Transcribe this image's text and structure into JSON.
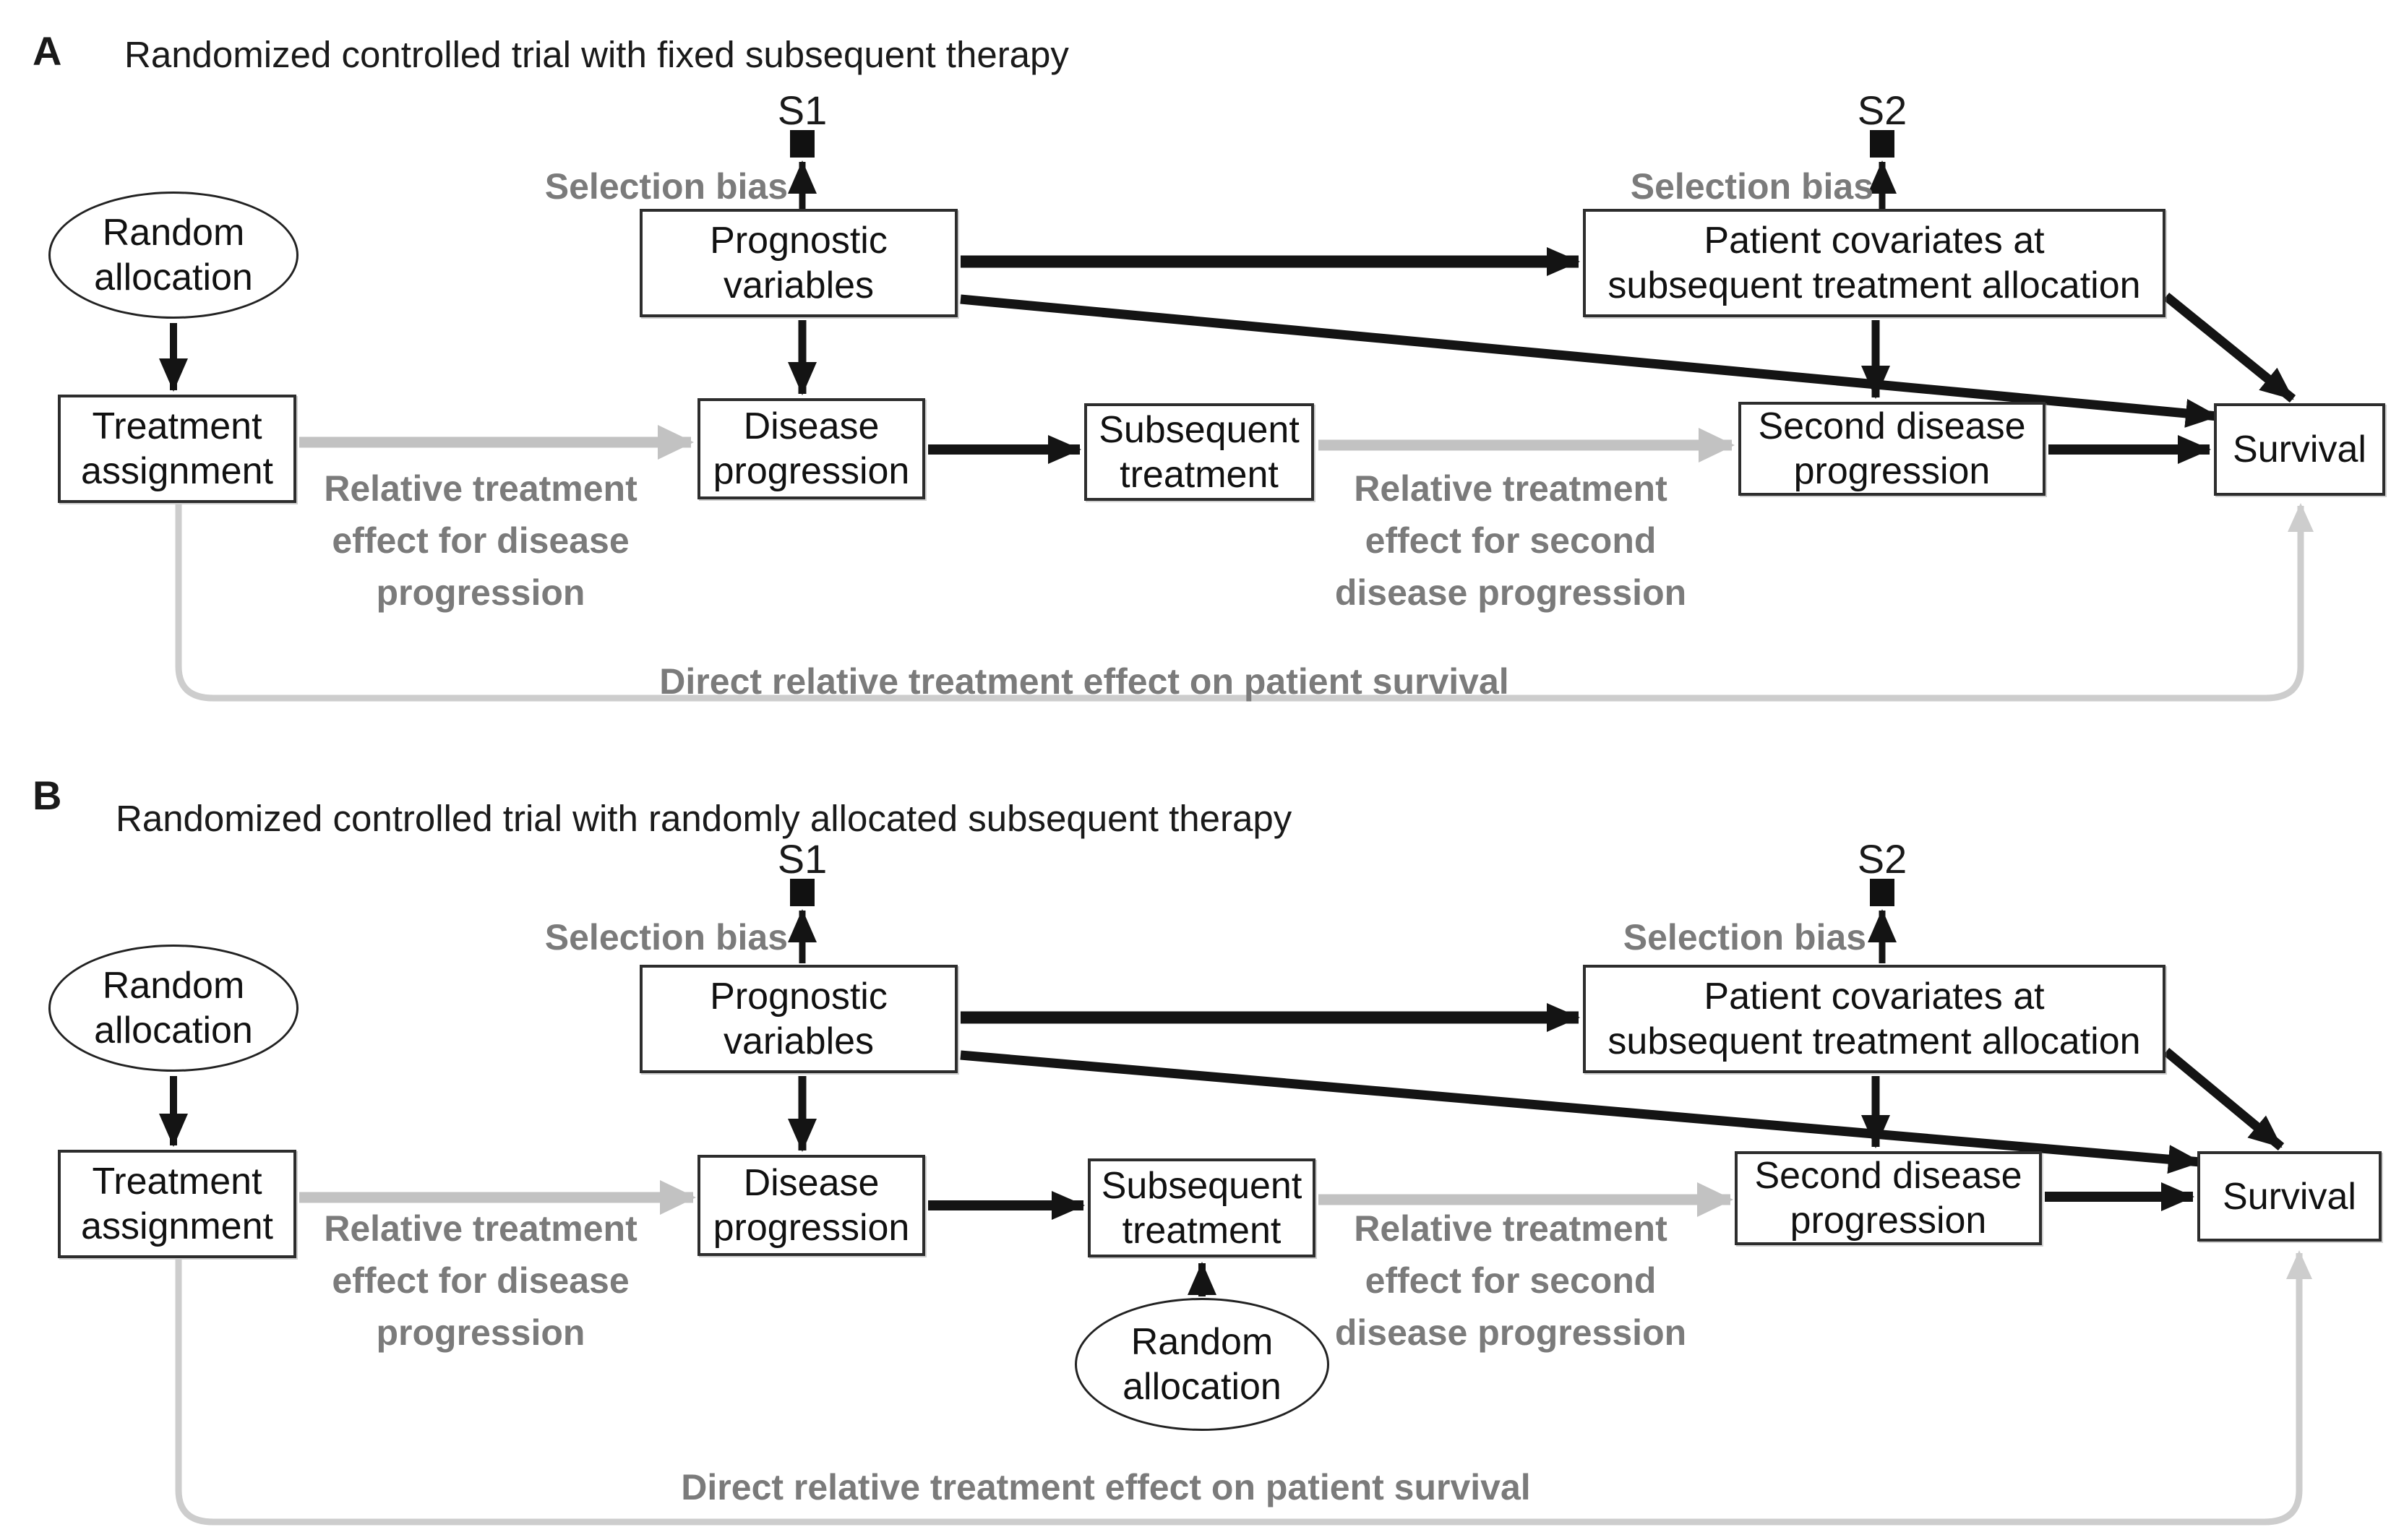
{
  "figure": {
    "type": "causal-diagram",
    "colors": {
      "text": "#1a1a1a",
      "gray_label": "#7b7b7b",
      "gray_arrow": "#c2c2c2",
      "gray_curve_arrow": "#cdcdcd",
      "black_arrow": "#141414",
      "box_border": "#2d2d2d",
      "selection_square": "#111111"
    }
  },
  "panels": [
    {
      "label": "A",
      "title": "Randomized controlled trial with fixed subsequent therapy",
      "nodes": {
        "random_allocation": "Random\nallocation",
        "treatment_assignment": "Treatment\nassignment",
        "prognostic_variables": "Prognostic\nvariables",
        "disease_progression": "Disease\nprogression",
        "subsequent_treatment": "Subsequent\ntreatment",
        "patient_covariates": "Patient covariates at\nsubsequent treatment allocation",
        "second_disease_progression": "Second disease\nprogression",
        "survival": "Survival",
        "selection_node_1": "S1",
        "selection_node_2": "S2"
      },
      "labels": {
        "selection_bias_left": "Selection bias",
        "selection_bias_right": "Selection bias",
        "relative_effect_disease": "Relative treatment\neffect for disease\nprogression",
        "relative_effect_second": "Relative treatment\neffect for second\ndisease progression",
        "direct_effect": "Direct relative treatment effect on patient survival"
      }
    },
    {
      "label": "B",
      "title": "Randomized controlled trial with randomly allocated subsequent therapy",
      "nodes": {
        "random_allocation": "Random\nallocation",
        "treatment_assignment": "Treatment\nassignment",
        "prognostic_variables": "Prognostic\nvariables",
        "disease_progression": "Disease\nprogression",
        "subsequent_treatment": "Subsequent\ntreatment",
        "random_allocation_2": "Random\nallocation",
        "patient_covariates": "Patient covariates at\nsubsequent treatment allocation",
        "second_disease_progression": "Second disease\nprogression",
        "survival": "Survival",
        "selection_node_1": "S1",
        "selection_node_2": "S2"
      },
      "labels": {
        "selection_bias_left": "Selection bias",
        "selection_bias_right": "Selection bias",
        "relative_effect_disease": "Relative treatment\neffect for disease\nprogression",
        "relative_effect_second": "Relative treatment\neffect for second\ndisease progression",
        "direct_effect": "Direct relative treatment effect on patient survival"
      }
    }
  ]
}
